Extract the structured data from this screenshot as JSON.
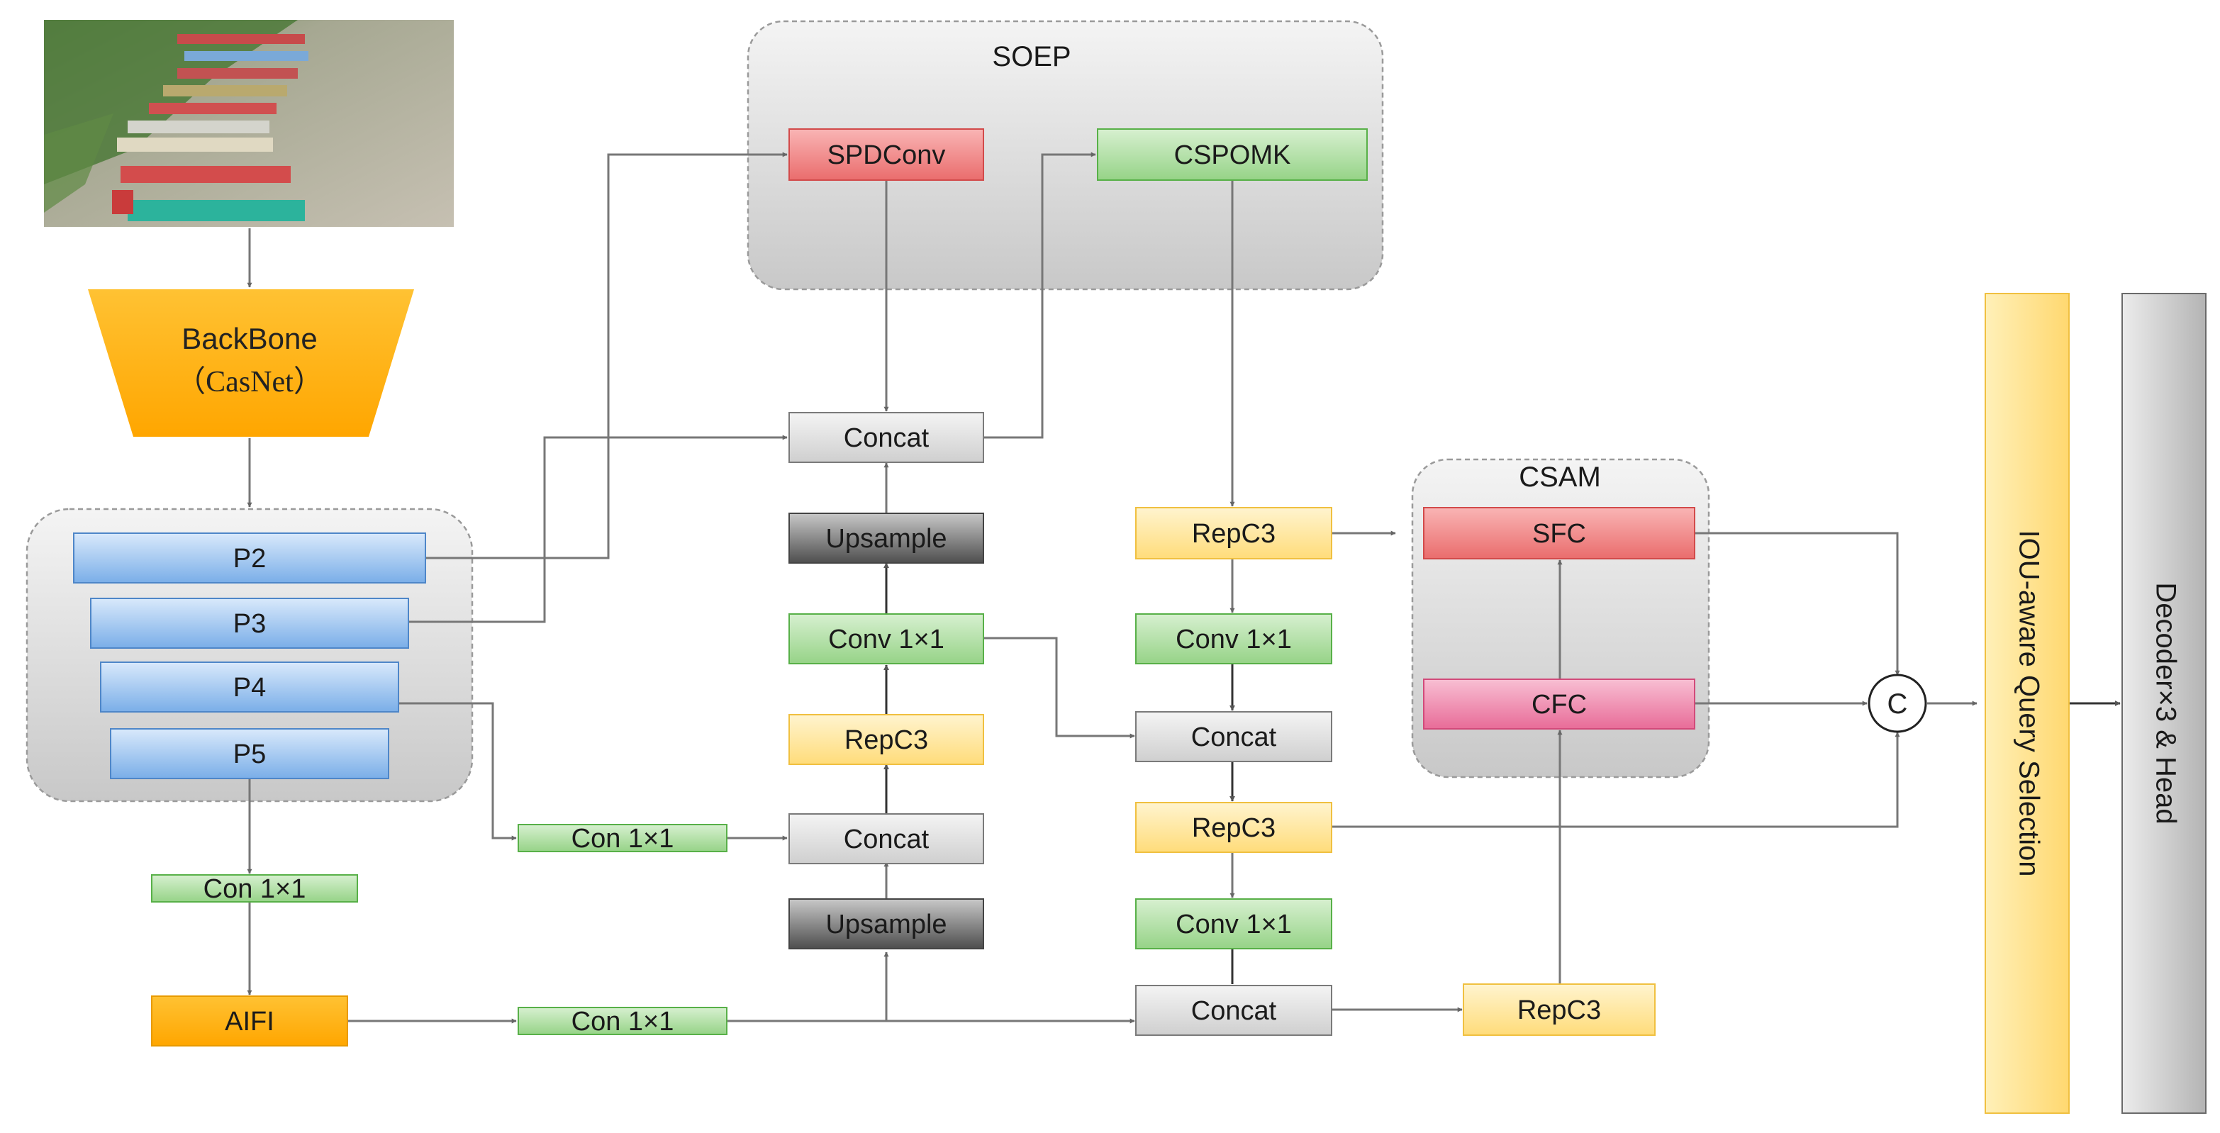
{
  "groups": {
    "soep": "SOEP",
    "csam": "CSAM"
  },
  "backbone": {
    "line1": "BackBone",
    "line2": "（CasNet）"
  },
  "nodes": {
    "p2": "P2",
    "p3": "P3",
    "p4": "P4",
    "p5": "P5",
    "con_p5": "Con 1×1",
    "aifi": "AIFI",
    "con_aifi": "Con 1×1",
    "con_p4": "Con 1×1",
    "spdconv": "SPDConv",
    "cspomk": "CSPOMK",
    "concat_top": "Concat",
    "upsample_top": "Upsample",
    "conv_mid": "Conv 1×1",
    "repc3_mid": "RepC3",
    "concat_mid": "Concat",
    "upsample_bot": "Upsample",
    "repc3_r1": "RepC3",
    "conv_r1": "Conv 1×1",
    "concat_r1": "Concat",
    "repc3_r2": "RepC3",
    "conv_r2": "Conv 1×1",
    "concat_r2": "Concat",
    "repc3_csam": "RepC3",
    "sfc": "SFC",
    "cfc": "CFC",
    "concat_symbol": "C",
    "iou_query": "IOU-aware Query Selection",
    "decoder": "Decoder×3 & Head"
  },
  "colors": {
    "blue": "#9cc3f0",
    "green": "#a8dc9c",
    "yellow": "#ffe69a",
    "orange": "#ffb300",
    "red": "#f08080",
    "pink": "#ef86aa",
    "gray": "#dcdcdc",
    "dark": "#5a5a5a"
  }
}
